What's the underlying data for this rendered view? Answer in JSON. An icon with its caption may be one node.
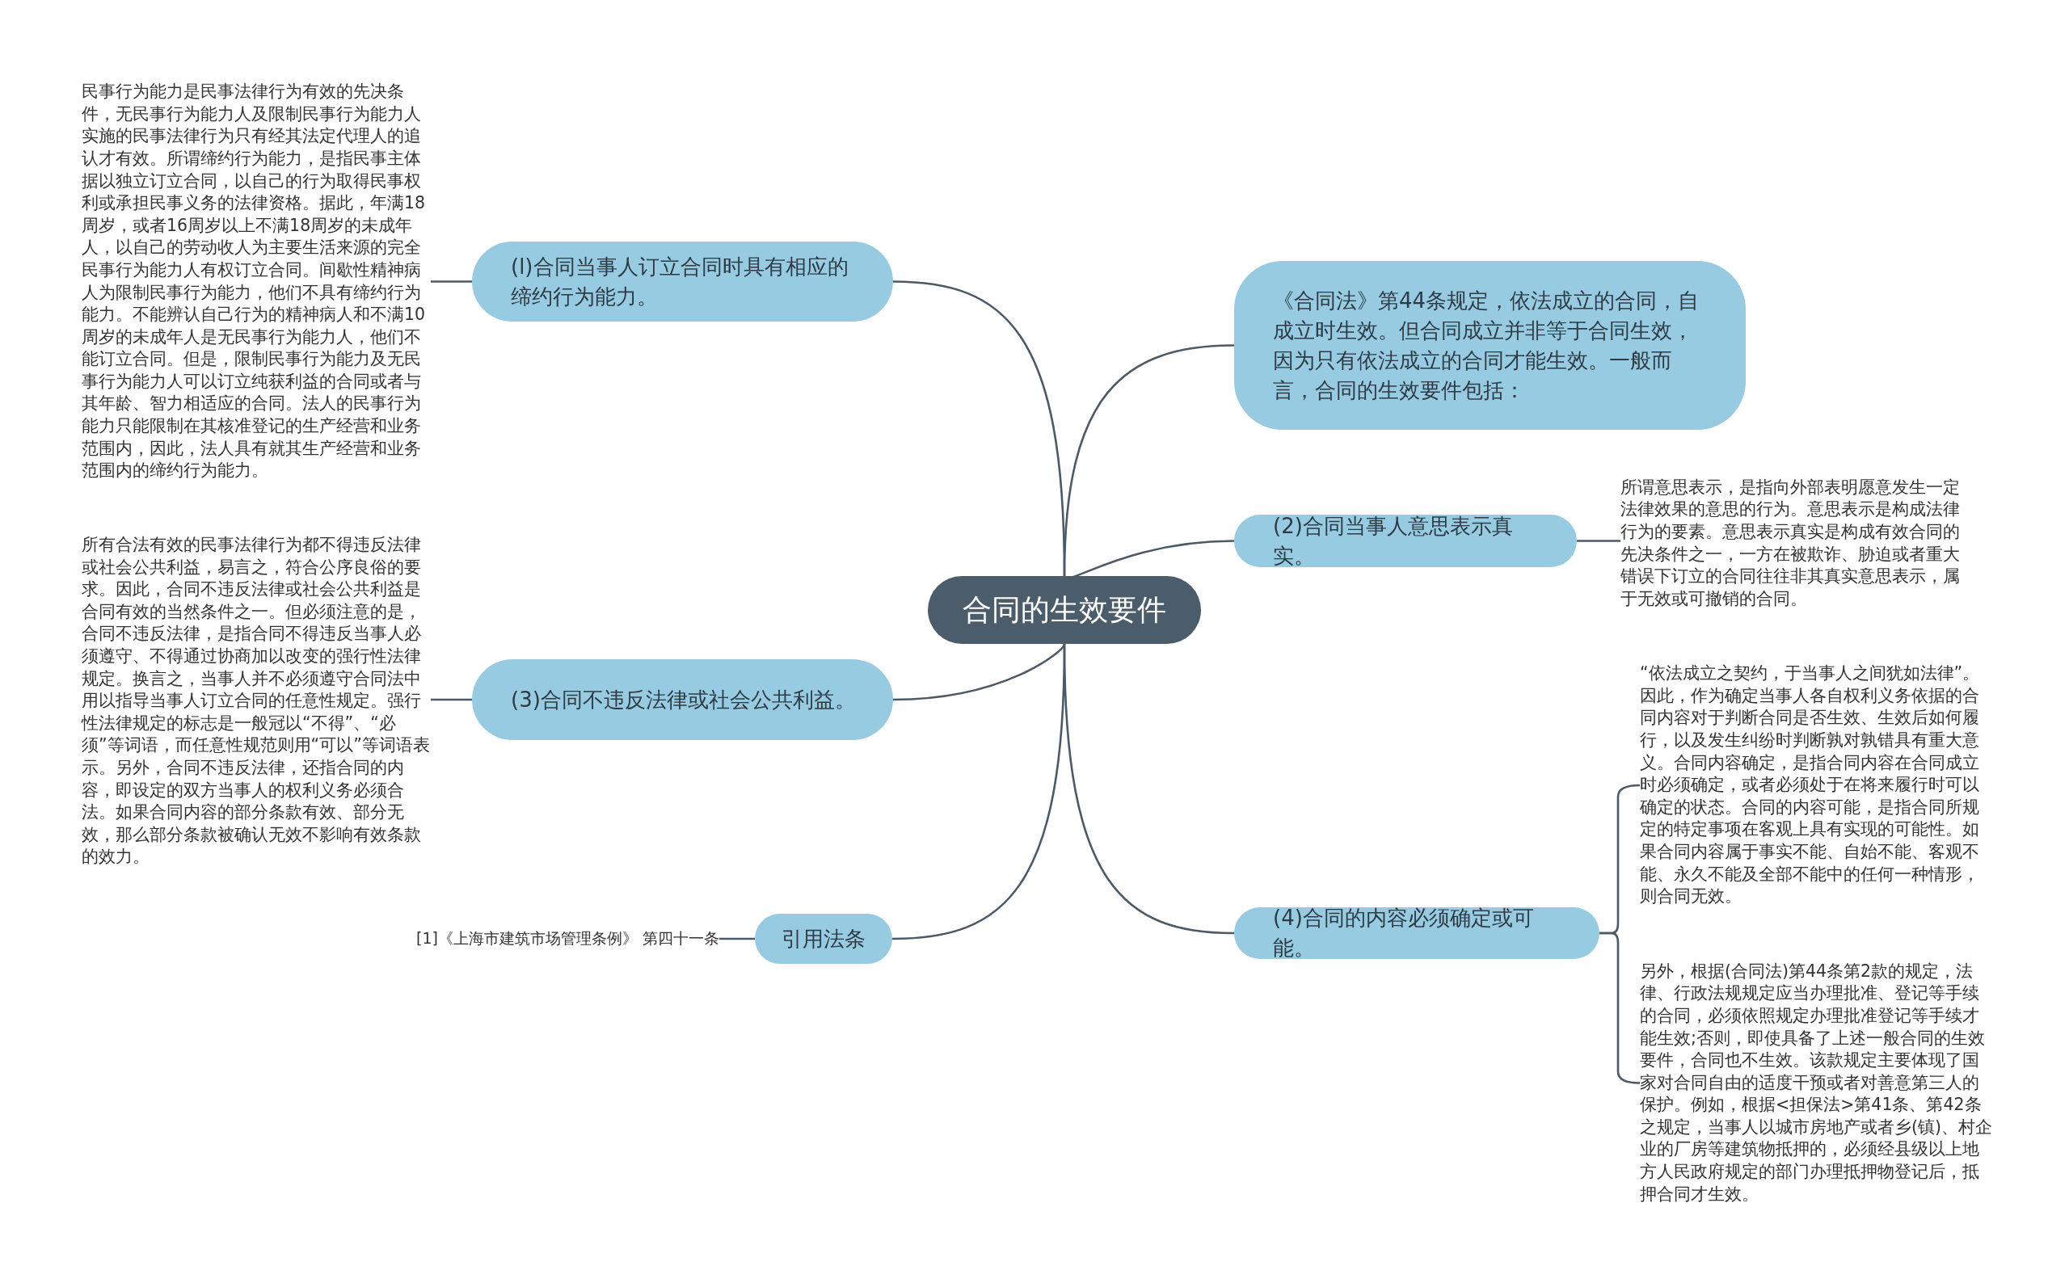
{
  "diagram": {
    "nodes": [
      {
        "text": [
          "合同的生效要件"
        ]
      },
      {
        "text": [
          "(l)合同当事人订立合同时具有相应的缔约行为能力。"
        ]
      },
      {
        "text": [
          "民事行为能力是民事法律行为有效的先决条件，无民事行为能力人及限制民事行为能力人实施的民事法律行为只有经其法定代理人的追认才有效。所谓缔约行为能力，是指民事主体据以独立订立合同，以自己的行为取得民事权利或承担民事义务的法律资格。据此，年满18周岁，或者16周岁以上不满18周岁的未成年人，以自己的劳动收人为主要生活来源的完全民事行为能力人有权订立合同。间歇性精神病人为限制民事行为能力，他们不具有缔约行为能力。不能辨认自己行为的精神病人和不满10周岁的未成年人是无民事行为能力人，他们不能订立合同。但是，限制民事行为能力及无民事行为能力人可以订立纯获利益的合同或者与其年龄、智力相适应的合同。法人的民事行为能力只能限制在其核准登记的生产经营和业务范围内，因此，法人具有就其生产经营和业务范围内的缔约行为能力。"
        ]
      },
      {
        "text": [
          "《合同法》第44条规定，依法成立的合同，自成立时生效。但合同成立并非等于合同生效，因为只有依法成立的合同才能生效。一般而言，合同的生效要件包括："
        ]
      },
      {
        "text": [
          "(2)合同当事人意思表示真实。"
        ]
      },
      {
        "text": [
          "所谓意思表示，是指向外部表明愿意发生一定法律效果的意思的行为。意思表示是构成法律行为的要素。意思表示真实是构成有效合同的先决条件之一，一方在被欺诈、胁迫或者重大错误下订立的合同往往非其真实意思表示，属于无效或可撤销的合同。"
        ]
      },
      {
        "text": [
          "(3)合同不违反法律或社会公共利益。"
        ]
      },
      {
        "text": [
          "所有合法有效的民事法律行为都不得违反法律或社会公共利益，易言之，符合公序良俗的要求。因此，合同不违反法律或社会公共利益是合同有效的当然条件之一。但必须注意的是，合同不违反法律，是指合同不得违反当事人必须遵守、不得通过协商加以改变的强行性法律规定。换言之，当事人并不必须遵守合同法中用以指导当事人订立合同的任意性规定。强行性法律规定的标志是一般冠以“不得”、“必须”等词语，而任意性规范则用“可以”等词语表示。另外，合同不违反法律，还指合同的内容，即设定的双方当事人的权利义务必须合法。如果合同内容的部分条款有效、部分无效，那么部分条款被确认无效不影响有效条款的效力。"
        ]
      },
      {
        "text": [
          "引用法条"
        ]
      },
      {
        "text": [
          "[1]《上海市建筑市场管理条例》 第四十一条"
        ]
      },
      {
        "text": [
          "(4)合同的内容必须确定或可能。"
        ]
      },
      {
        "text": [
          "“依法成立之契约，于当事人之间犹如法律”。因此，作为确定当事人各自权利义务依据的合同内容对于判断合同是否生效、生效后如何履行，以及发生纠纷时判断孰对孰错具有重大意义。合同内容确定，是指合同内容在合同成立时必须确定，或者必须处于在将来履行时可以确定的状态。合同的内容可能，是指合同所规定的特定事项在客观上具有实现的可能性。如果合同内容属于事实不能、自始不能、客观不能、永久不能及全部不能中的任何一种情形，则合同无效。"
        ]
      },
      {
        "text": [
          "另外，根据(合同法)第44条第2款的规定，法律、行政法规规定应当办理批准、登记等手续的合同，必须依照规定办理批准登记等手续才能生效;否则，即使具备了上述一般合同的生效要件，合同也不生效。该款规定主要体现了国家对合同自由的适度干预或者对善意第三人的保护。例如，根据<担保法>第41条、第42条之规定，当事人以城市房地产或者乡(镇)、村企业的厂房等建筑物抵押的，必须经县级以上地方人民政府规定的部门办理抵押物登记后，抵押合同才生效。"
        ]
      }
    ],
    "edges": [
      {
        "from": 0,
        "to": 1,
        "arrow": "none"
      },
      {
        "from": 0,
        "to": 3,
        "arrow": "none"
      },
      {
        "from": 0,
        "to": 4,
        "arrow": "none"
      },
      {
        "from": 0,
        "to": 6,
        "arrow": "none"
      },
      {
        "from": 0,
        "to": 8,
        "arrow": "none"
      },
      {
        "from": 0,
        "to": 10,
        "arrow": "none"
      },
      {
        "from": 1,
        "to": 2,
        "arrow": "none"
      },
      {
        "from": 4,
        "to": 5,
        "arrow": "none"
      },
      {
        "from": 6,
        "to": 7,
        "arrow": "none"
      },
      {
        "from": 8,
        "to": 9,
        "arrow": "none"
      },
      {
        "from": 10,
        "to": 11,
        "arrow": "none"
      },
      {
        "from": 10,
        "to": 12,
        "arrow": "none"
      }
    ]
  }
}
